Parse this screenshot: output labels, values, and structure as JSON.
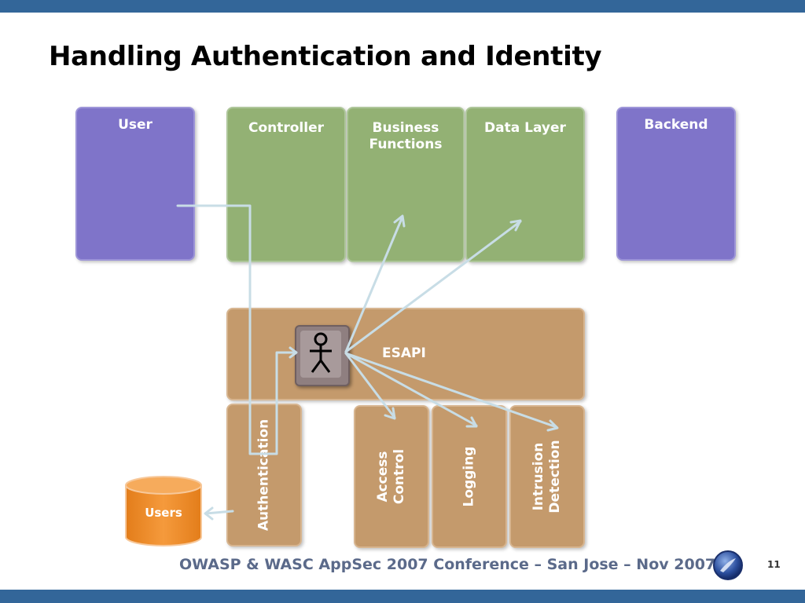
{
  "slide": {
    "title": "Handling Authentication and Identity",
    "footer": "OWASP & WASC AppSec 2007 Conference – San Jose – Nov 2007",
    "page_number": "11"
  },
  "diagram": {
    "top_boxes": {
      "user": "User",
      "controller": "Controller",
      "business_functions": [
        "Business",
        "Functions"
      ],
      "data_layer": "Data Layer",
      "backend": "Backend"
    },
    "esapi": "ESAPI",
    "components": {
      "authentication": "Authentication",
      "access_control": [
        "Access",
        "Control"
      ],
      "logging": "Logging",
      "intrusion_detection": [
        "Intrusion",
        "Detection"
      ]
    },
    "datastore": "Users"
  },
  "colors": {
    "header_bar": "#336699",
    "user_backend": "#7f74c9",
    "app_layers": "#93b174",
    "esapi": "#c49a6c",
    "users_db": "#f0902a",
    "arrows": "#c8dde6"
  }
}
